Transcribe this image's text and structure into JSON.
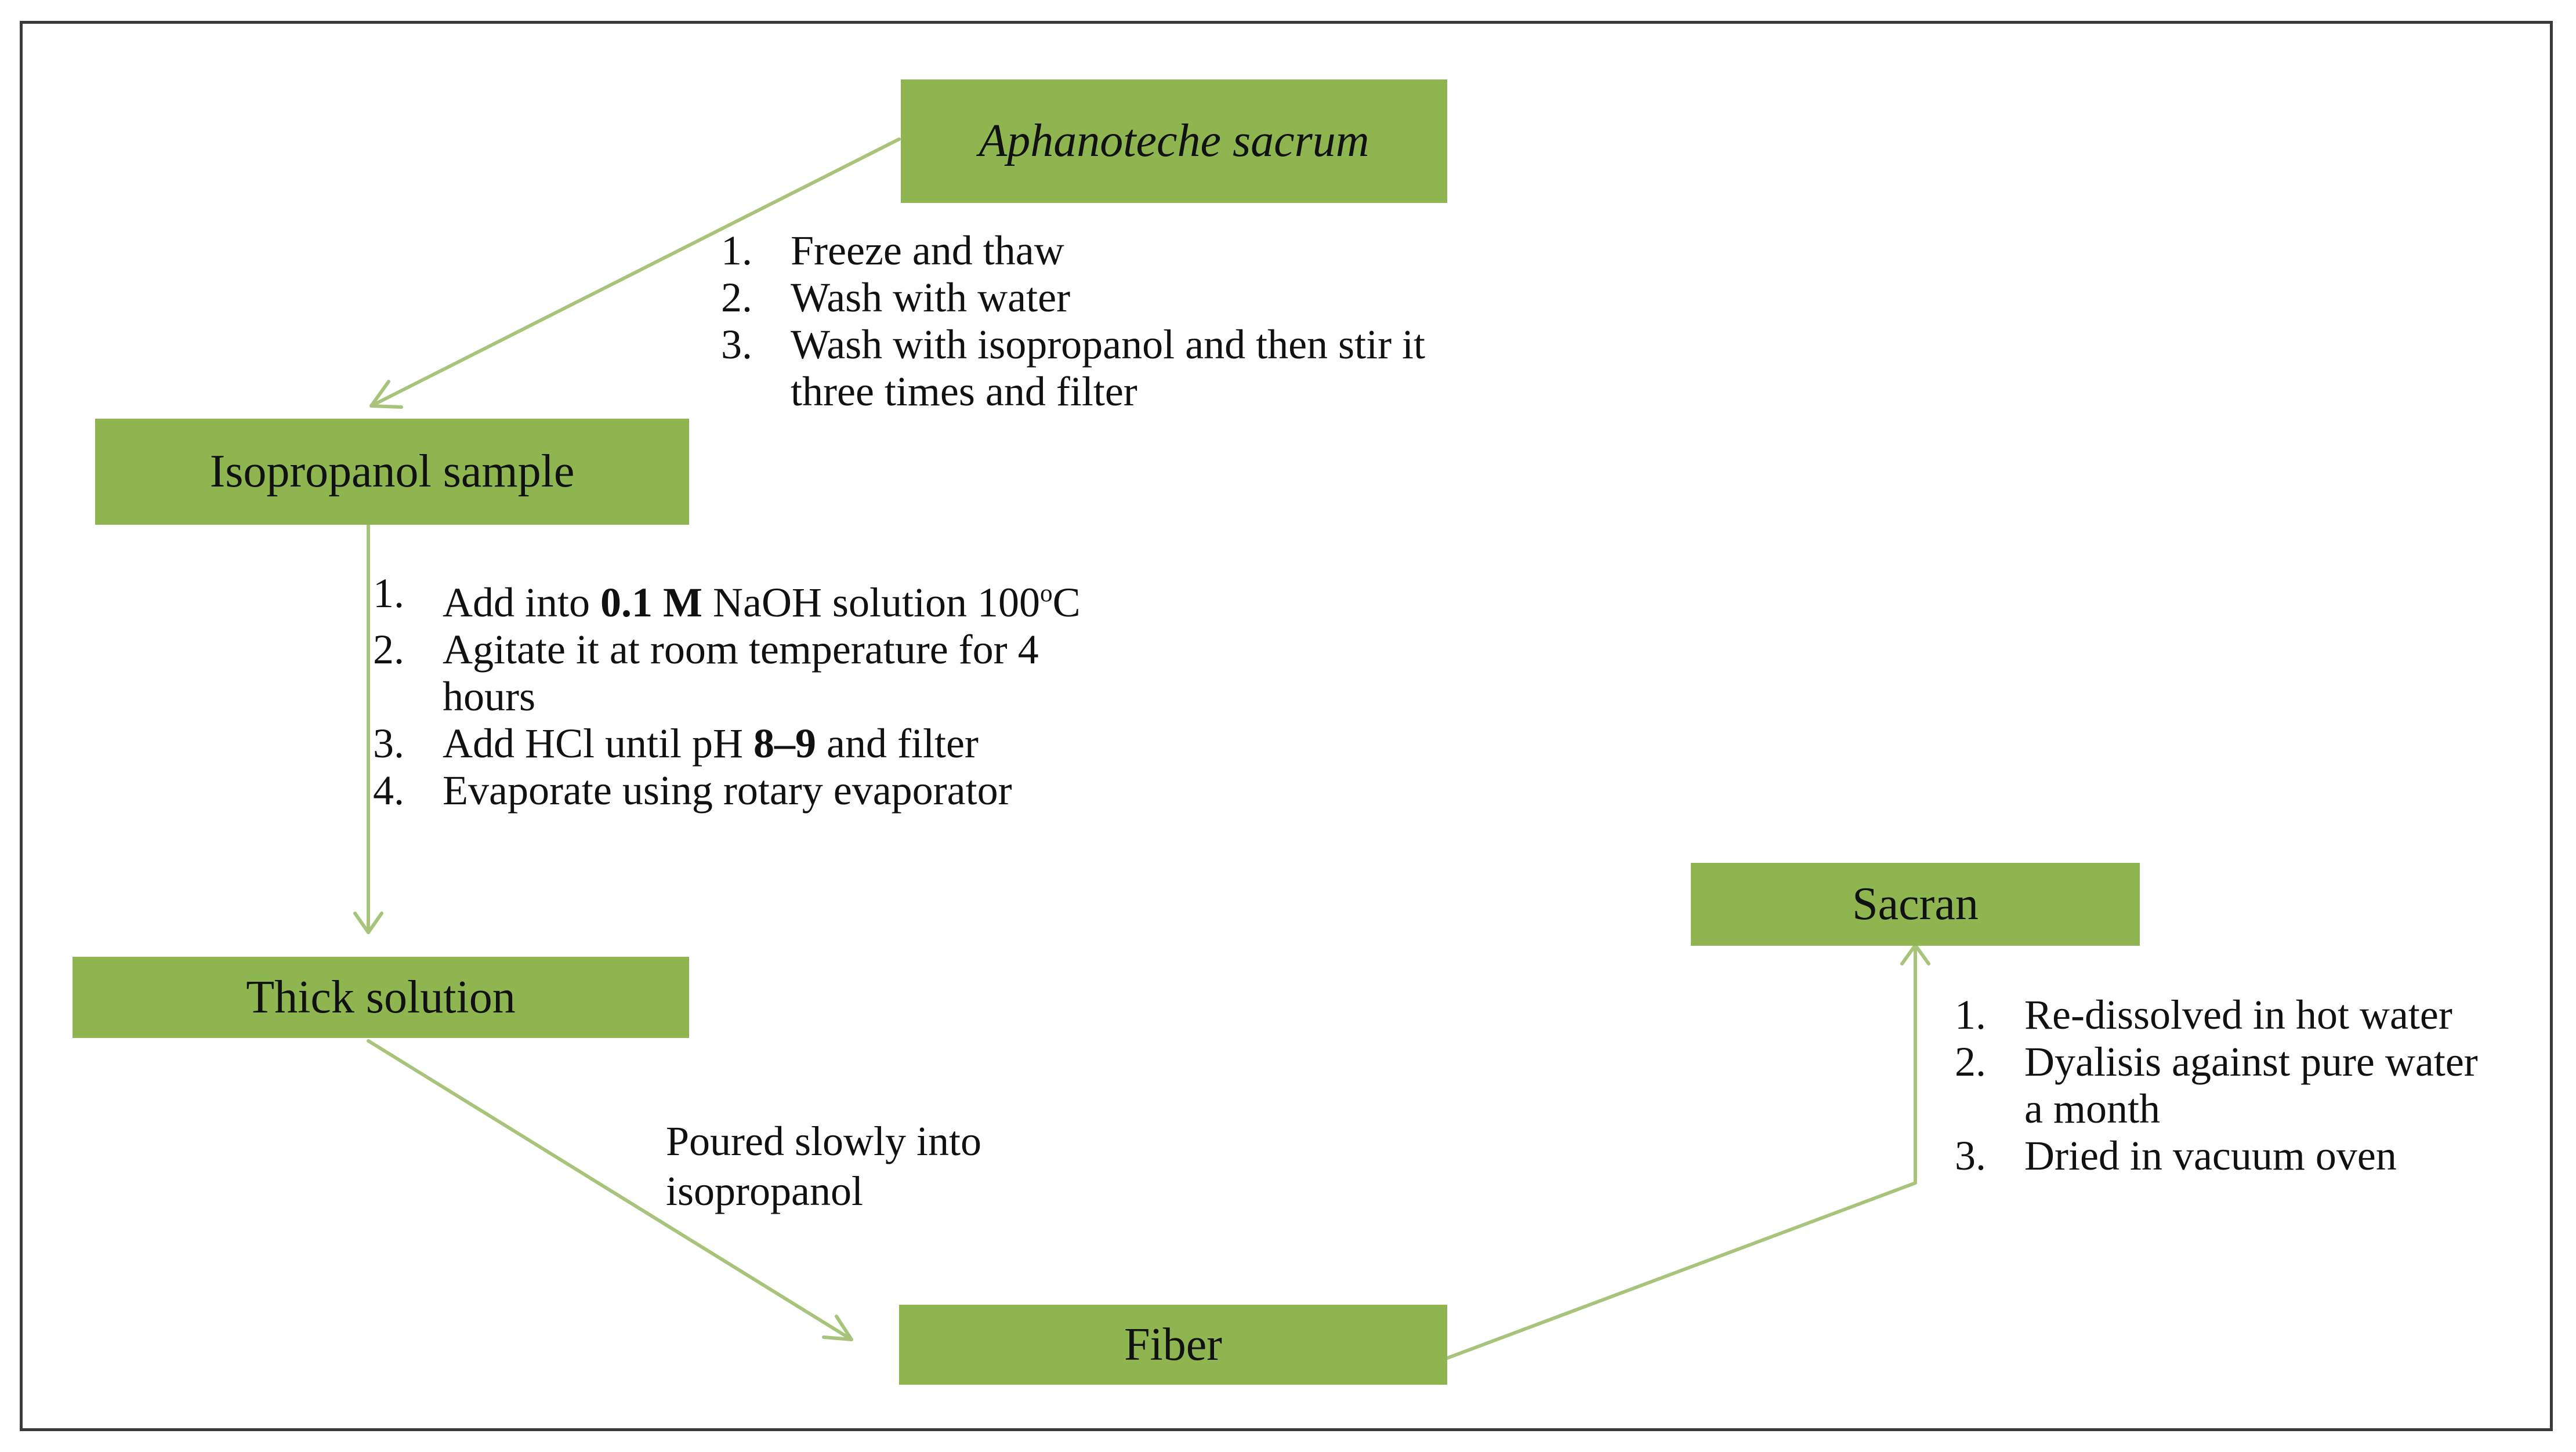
{
  "nodes": {
    "aphanoteche": "Aphanoteche sacrum",
    "isopropanol_sample": "Isopropanol sample",
    "thick_solution": "Thick solution",
    "fiber": "Fiber",
    "sacran": "Sacran"
  },
  "step_group_1": [
    {
      "num": "1.",
      "text": "Freeze and thaw"
    },
    {
      "num": "2.",
      "text": "Wash with water"
    },
    {
      "num": "3.",
      "text": "Wash with isopropanol and then stir it",
      "cont": "three times and filter"
    }
  ],
  "step_group_2": [
    {
      "num": "1.",
      "pre": "Add into ",
      "bold": "0.1 M",
      "mid": " NaOH solution 100",
      "sup": "o",
      "post": "C"
    },
    {
      "num": "2.",
      "text": "Agitate it at room temperature for 4",
      "cont": "hours"
    },
    {
      "num": "3.",
      "pre": "Add HCl until pH ",
      "bold": "8–9",
      "post": " and filter"
    },
    {
      "num": "4.",
      "text": "Evaporate using rotary evaporator"
    }
  ],
  "note_fiber": {
    "line1": "Poured slowly into",
    "line2": "isopropanol"
  },
  "step_group_3": [
    {
      "num": "1.",
      "text": "Re-dissolved in hot water"
    },
    {
      "num": "2.",
      "text": "Dyalisis against pure water",
      "cont": "a month"
    },
    {
      "num": "3.",
      "text": "Dried in vacuum oven"
    }
  ],
  "colors": {
    "box": "#8fb550",
    "arrow": "#a7c47a",
    "frame": "#3a3a3a"
  }
}
